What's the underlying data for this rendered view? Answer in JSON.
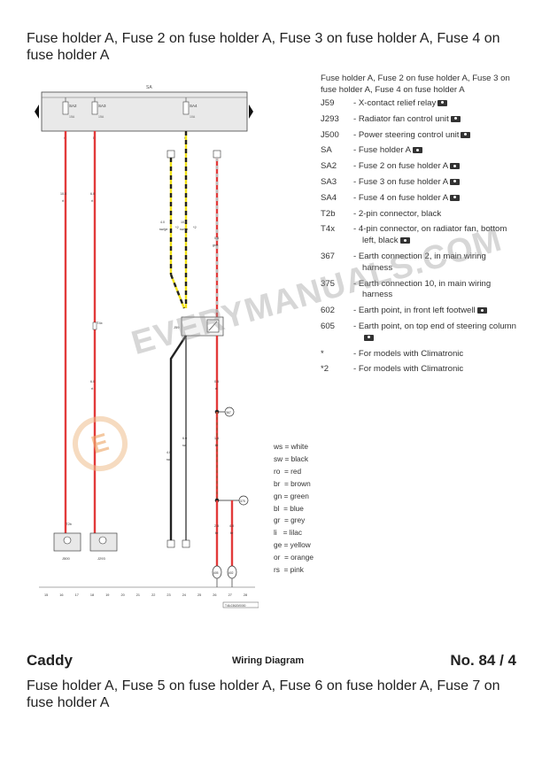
{
  "page": {
    "title": "Fuse holder A, Fuse 2 on fuse holder A, Fuse 3 on fuse holder A, Fuse 4 on fuse holder A",
    "next_title": "Fuse holder A, Fuse 5 on fuse holder A, Fuse 6 on fuse holder A, Fuse 7 on fuse holder A"
  },
  "footer": {
    "model": "Caddy",
    "doc_type": "Wiring Diagram",
    "page_no": "No.  84 / 4"
  },
  "legend": {
    "title": "Fuse holder A, Fuse 2 on fuse holder A, Fuse 3 on fuse holder A, Fuse 4 on fuse holder A",
    "items": [
      {
        "code": "J59",
        "desc": "X-contact relief relay",
        "cam": true
      },
      {
        "code": "J293",
        "desc": "Radiator fan control unit",
        "cam": true
      },
      {
        "code": "J500",
        "desc": "Power steering control unit",
        "cam": true
      },
      {
        "code": "SA",
        "desc": "Fuse holder A",
        "cam": true
      },
      {
        "code": "SA2",
        "desc": "Fuse 2 on fuse holder A",
        "cam": true
      },
      {
        "code": "SA3",
        "desc": "Fuse 3 on fuse holder A",
        "cam": true
      },
      {
        "code": "SA4",
        "desc": "Fuse 4 on fuse holder A",
        "cam": true
      },
      {
        "code": "T2b",
        "desc": "2-pin connector, black",
        "cam": false
      },
      {
        "code": "T4x",
        "desc": "4-pin connector, on radiator fan, bottom left, black",
        "cam": true
      },
      {
        "code": "367",
        "desc": "Earth connection 2, in main wiring harness",
        "cam": false
      },
      {
        "code": "375",
        "desc": "Earth connection 10, in main wiring harness",
        "cam": false
      },
      {
        "code": "602",
        "desc": "Earth point, in front left footwell",
        "cam": true
      },
      {
        "code": "605",
        "desc": "Earth point, on top end of steering column",
        "cam": true
      },
      {
        "code": "*",
        "desc": "For models with Climatronic",
        "cam": false
      },
      {
        "code": "*2",
        "desc": "For models with Climatronic",
        "cam": false
      }
    ]
  },
  "colour_key": [
    "ws = white",
    "sw = black",
    "ro  = red",
    "br  = brown",
    "gn = green",
    "bl  = blue",
    "gr  = grey",
    "li   = lilac",
    "ge = yellow",
    "or  = orange",
    "rs  = pink"
  ],
  "diagram": {
    "bus_label": "SA",
    "fuses": [
      {
        "label": "SA2",
        "amp": "15A"
      },
      {
        "label": "SA3",
        "amp": "15A"
      },
      {
        "label": "SA4",
        "amp": "10A"
      }
    ],
    "pins": [
      "C",
      "E",
      "H"
    ],
    "wires": [
      {
        "size": "10.0",
        "colour": "rt"
      },
      {
        "size": "6.0",
        "colour": "rt"
      },
      {
        "size": "4.0",
        "colour": "sw/ge"
      },
      {
        "size": "10.0",
        "colour": "sw/ge"
      },
      {
        "size": "0.5",
        "colour": "gr/rt"
      },
      {
        "size": "6.0",
        "colour": "rt"
      },
      {
        "size": "0.5",
        "colour": "rt"
      },
      {
        "size": "4.0",
        "colour": "sw"
      },
      {
        "size": "6.0",
        "colour": "sw"
      },
      {
        "size": "1.5",
        "colour": "br"
      },
      {
        "size": "2.5",
        "colour": "br"
      },
      {
        "size": "4.0",
        "colour": "br"
      }
    ],
    "notes": [
      "*2",
      "*2"
    ],
    "connectors": [
      "T4x",
      "T2b"
    ],
    "components": [
      "J500",
      "J293",
      "J59"
    ],
    "earth_points": [
      "367",
      "375",
      "605",
      "602"
    ],
    "grid_numbers": [
      "15",
      "16",
      "17",
      "18",
      "19",
      "20",
      "21",
      "22",
      "23",
      "24",
      "25",
      "26",
      "27",
      "28"
    ],
    "ref_code": "T46-03620/0000"
  },
  "watermark": "EVERYMANUALS.COM",
  "watermark_logo": "E",
  "colors": {
    "red_wire": "#e23a3a",
    "yellow_wire": "#f2e21a",
    "black_wire": "#222222",
    "bus_fill": "#e9e9e9"
  }
}
